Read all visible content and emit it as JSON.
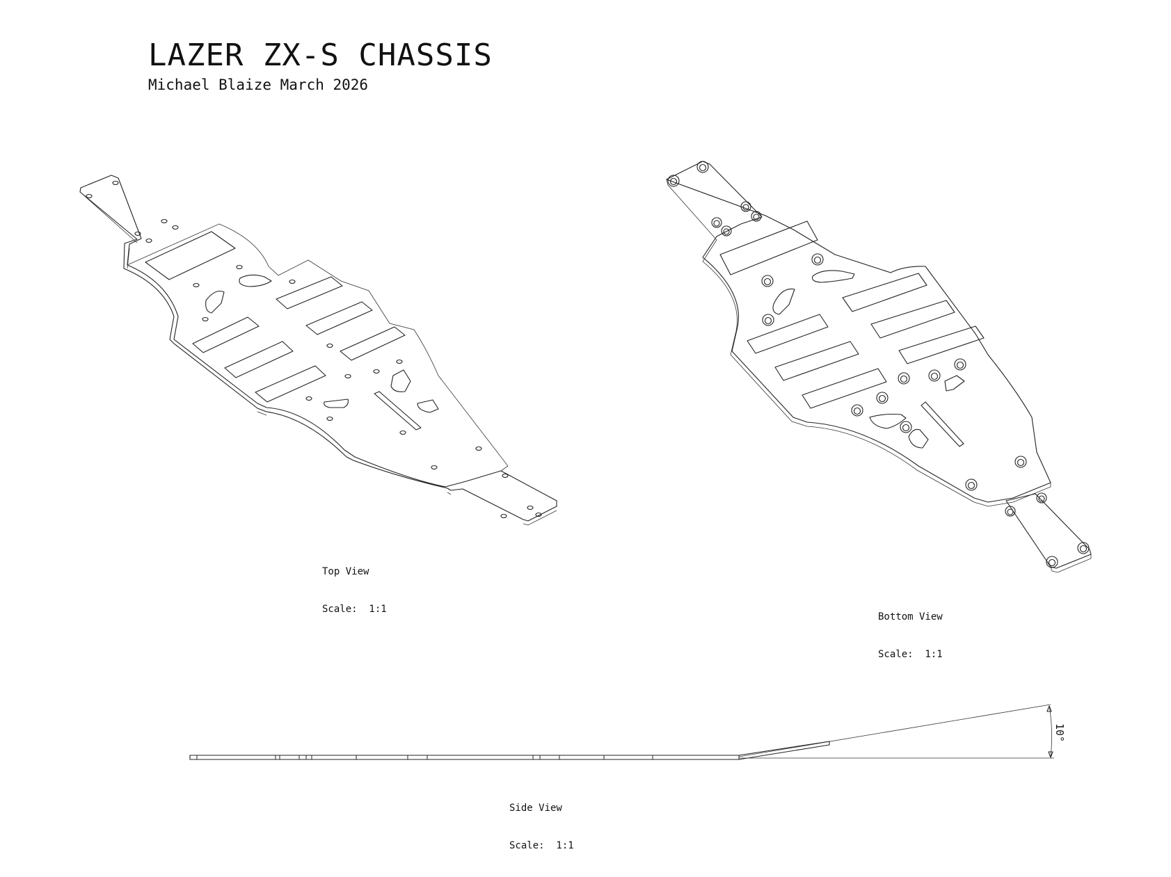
{
  "sheet": {
    "title": "LAZER ZX-S CHASSIS",
    "author_line": "Michael Blaize March 2026"
  },
  "views": {
    "top": {
      "name": "Top View",
      "scale": "Scale:  1:1"
    },
    "bottom": {
      "name": "Bottom View",
      "scale": "Scale:  1:1"
    },
    "side": {
      "name": "Side View",
      "scale": "Scale:  1:1"
    }
  },
  "dimensions": {
    "kick_angle": "10°"
  }
}
